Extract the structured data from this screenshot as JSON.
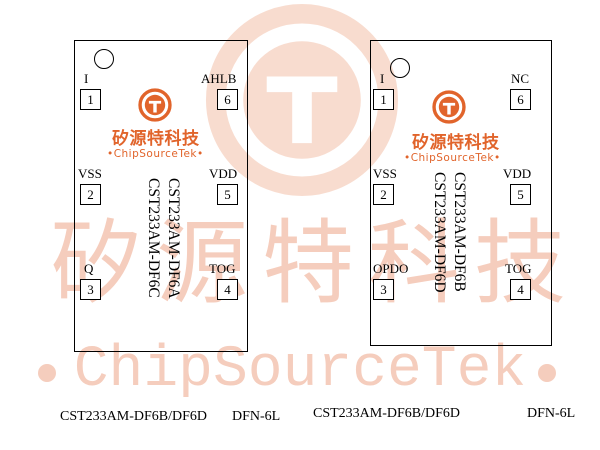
{
  "watermark": {
    "brand_cn": "矽源特科技",
    "brand_en": "ChipSourceTek"
  },
  "colors": {
    "brand_orange": "#e1642b",
    "watermark": "#f5cdbd"
  },
  "left_chip": {
    "brand_cn": "矽源特科技",
    "brand_en": "•ChipSourceTek•",
    "part_line1": "CST233AM-DF6A",
    "part_line2": "CST233AM-DF6C",
    "pins": [
      {
        "num": "1",
        "label": "I"
      },
      {
        "num": "2",
        "label": "VSS"
      },
      {
        "num": "3",
        "label": "Q"
      },
      {
        "num": "4",
        "label": "TOG"
      },
      {
        "num": "5",
        "label": "VDD"
      },
      {
        "num": "6",
        "label": "AHLB"
      }
    ]
  },
  "right_chip": {
    "brand_cn": "矽源特科技",
    "brand_en": "•ChipSourceTek•",
    "part_line1": "CST233AM-DF6B",
    "part_line2": "CST233AM-DF6D",
    "pins": [
      {
        "num": "1",
        "label": "I"
      },
      {
        "num": "2",
        "label": "VSS"
      },
      {
        "num": "3",
        "label": "OPDO"
      },
      {
        "num": "4",
        "label": "TOG"
      },
      {
        "num": "5",
        "label": "VDD"
      },
      {
        "num": "6",
        "label": "NC"
      }
    ]
  },
  "captions": {
    "left_part": "CST233AM-DF6B/DF6D",
    "left_pkg": "DFN-6L",
    "right_part": "CST233AM-DF6B/DF6D",
    "right_pkg": "DFN-6L"
  }
}
